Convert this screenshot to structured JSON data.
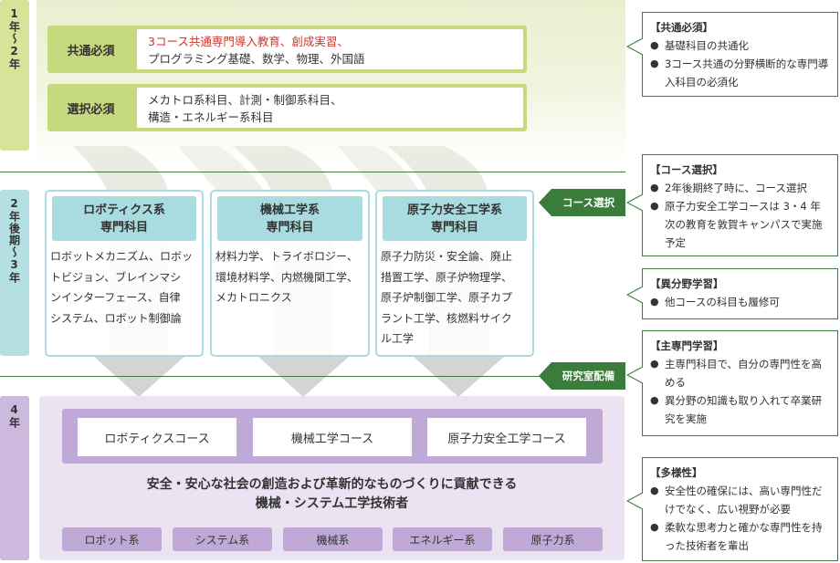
{
  "years": {
    "y12": "1年〜2年",
    "y23": "2年後期〜3年",
    "y4": "4年"
  },
  "common": {
    "label": "共通必須",
    "line1_red": "3コース共通専門導入教育、創成実習、",
    "line2": "プログラミング基礎、数学、物理、外国語"
  },
  "elective": {
    "label": "選択必須",
    "line1": "メカトロ系科目、計測・制御系科目、",
    "line2": "構造・エネルギー系科目"
  },
  "courses": [
    {
      "head1": "ロボティクス系",
      "head2": "専門科目",
      "lines": [
        "ロボットメカニズム、ロボッ",
        "トビジョン、ブレインマシ",
        "ンインターフェース、自律",
        "システム、ロボット制御論"
      ]
    },
    {
      "head1": "機械工学系",
      "head2": "専門科目",
      "lines": [
        "材料力学、トライボロジー、",
        "環境材料学、内燃機関工学、",
        "メカトロニクス"
      ]
    },
    {
      "head1": "原子力安全工学系",
      "head2": "専門科目",
      "lines": [
        "原子力防災・安全論、廃止",
        "措置工学、原子炉物理学、",
        "原子炉制御工学、原子カプ",
        "ラント工学、核燃料サイク",
        "ル工学"
      ]
    }
  ],
  "tags": {
    "course_select": "コース選択",
    "lab": "研究室配備"
  },
  "final_courses": [
    "ロボティクスコース",
    "機械工学コース",
    "原子力安全工学コース"
  ],
  "goal": {
    "line1": "安全・安心な社会の創造および革新的なものづくりに貢献できる",
    "line2": "機械・システム工学技術者"
  },
  "pills": [
    "ロボット系",
    "システム系",
    "機械系",
    "エネルギー系",
    "原子力系"
  ],
  "notes": [
    {
      "title": "【共通必須】",
      "items": [
        "基礎科目の共通化",
        "3コース共通の分野横断的な専門導入科目の必須化"
      ]
    },
    {
      "title": "【コース選択】",
      "items": [
        "2年後期終了時に、コース選択",
        "原子力安全工学コースは 3・4 年次の教育を敦賀キャンパスで実施予定"
      ]
    },
    {
      "title": "【異分野学習】",
      "items": [
        "他コースの科目も履修可"
      ]
    },
    {
      "title": "【主専門学習】",
      "items": [
        "主専門科目で、自分の専門性を高める",
        "異分野の知識も取り入れて卒業研究を実施"
      ]
    },
    {
      "title": "【多様性】",
      "items": [
        "安全性の確保には、高い専門性だけでなく、広い視野が必要",
        "柔軟な思考力と確かな専門性を持った技術者を輩出"
      ]
    }
  ],
  "colors": {
    "green": "#3a7d3a",
    "lime": "#c6d97c",
    "cyan": "#a8dce0",
    "purple": "#c1a9d7",
    "lavender": "#ebe3f2"
  }
}
